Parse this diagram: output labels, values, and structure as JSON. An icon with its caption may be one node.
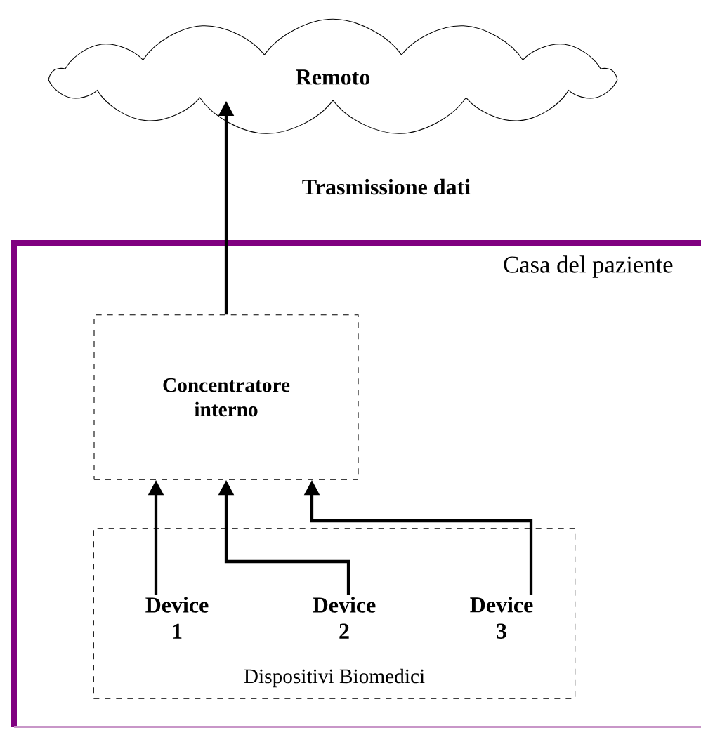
{
  "diagram": {
    "nodes": [
      {
        "text": [
          "Remoto"
        ]
      },
      {
        "text": [
          "Casa del paziente"
        ]
      },
      {
        "text": [
          "Concentratore interno"
        ],
        "in": 1
      },
      {
        "text": [
          "Dispositivi Biomedici"
        ],
        "in": 1
      },
      {
        "text": [
          "Device 1"
        ],
        "in": 3
      },
      {
        "text": [
          "Device 2"
        ],
        "in": 3
      },
      {
        "text": [
          "Device 3"
        ],
        "in": 3
      }
    ],
    "edges": [
      {
        "from": 2,
        "to": 0,
        "arrow": "to",
        "label": "Trasmissione dati"
      },
      {
        "from": 4,
        "to": 2,
        "arrow": "to"
      },
      {
        "from": 5,
        "to": 2,
        "arrow": "to"
      },
      {
        "from": 6,
        "to": 2,
        "arrow": "to"
      }
    ]
  }
}
